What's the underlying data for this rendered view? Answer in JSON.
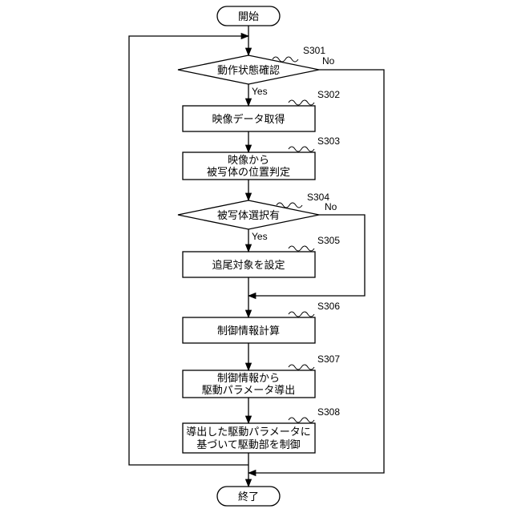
{
  "flowchart": {
    "start": "開始",
    "end": "終了",
    "steps": [
      {
        "id": "S301",
        "type": "decision",
        "lines": [
          "動作状態確認"
        ],
        "yes": "Yes",
        "no": "No"
      },
      {
        "id": "S302",
        "type": "process",
        "lines": [
          "映像データ取得"
        ]
      },
      {
        "id": "S303",
        "type": "process",
        "lines": [
          "映像から",
          "被写体の位置判定"
        ]
      },
      {
        "id": "S304",
        "type": "decision",
        "lines": [
          "被写体選択有"
        ],
        "yes": "Yes",
        "no": "No"
      },
      {
        "id": "S305",
        "type": "process",
        "lines": [
          "追尾対象を設定"
        ]
      },
      {
        "id": "S306",
        "type": "process",
        "lines": [
          "制御情報計算"
        ]
      },
      {
        "id": "S307",
        "type": "process",
        "lines": [
          "制御情報から",
          "駆動パラメータ導出"
        ]
      },
      {
        "id": "S308",
        "type": "process",
        "lines": [
          "導出した駆動パラメータに",
          "基づいて駆動部を制御"
        ]
      }
    ]
  }
}
